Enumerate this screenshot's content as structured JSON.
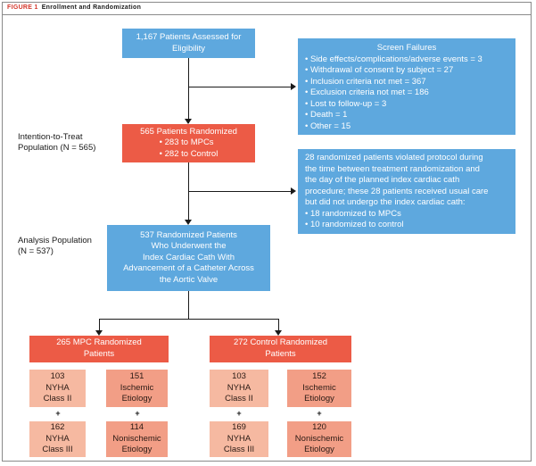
{
  "figure": {
    "number": "FIGURE 1",
    "title": "Enrollment and Randomization"
  },
  "assessed": {
    "line1": "1,167 Patients Assessed for",
    "line2": "Eligibility"
  },
  "screen_failures": {
    "title": "Screen Failures",
    "items": [
      "Side effects/complications/adverse events = 3",
      "Withdrawal of consent by subject = 27",
      "Inclusion criteria not met = 367",
      "Exclusion criteria not met = 186",
      "Lost to follow-up = 3",
      "Death = 1",
      "Other = 15"
    ]
  },
  "itt_label": {
    "line1": "Intention-to-Treat",
    "line2": "Population (N = 565)"
  },
  "randomized": {
    "title": "565 Patients Randomized",
    "items": [
      "283 to MPCs",
      "282 to Control"
    ]
  },
  "violated": {
    "text": [
      "28 randomized patients violated protocol during",
      "the time between treatment randomization and",
      "the day of the planned index cardiac cath",
      "procedure; these 28 patients received usual care",
      "but did not undergo the index cardiac cath:"
    ],
    "items": [
      "18 randomized to MPCs",
      "10 randomized to control"
    ]
  },
  "analysis_label": {
    "line1": "Analysis Population",
    "line2": "(N = 537)"
  },
  "analysis": {
    "lines": [
      "537 Randomized Patients",
      "Who Underwent the",
      "Index Cardiac Cath With",
      "Advancement of a Catheter Across",
      "the Aortic Valve"
    ]
  },
  "mpc": {
    "title": [
      "265 MPC Randomized",
      "Patients"
    ],
    "nyha2": [
      "103",
      "NYHA",
      "Class II"
    ],
    "ischemic": [
      "151",
      "Ischemic",
      "Etiology"
    ],
    "nyha3": [
      "162",
      "NYHA",
      "Class III"
    ],
    "nonischemic": [
      "114",
      "Nonischemic",
      "Etiology"
    ]
  },
  "control": {
    "title": [
      "272 Control Randomized",
      "Patients"
    ],
    "nyha2": [
      "103",
      "NYHA",
      "Class II"
    ],
    "ischemic": [
      "152",
      "Ischemic",
      "Etiology"
    ],
    "nyha3": [
      "169",
      "NYHA",
      "Class III"
    ],
    "nonischemic": [
      "120",
      "Nonischemic",
      "Etiology"
    ]
  },
  "plus_sign": "+"
}
